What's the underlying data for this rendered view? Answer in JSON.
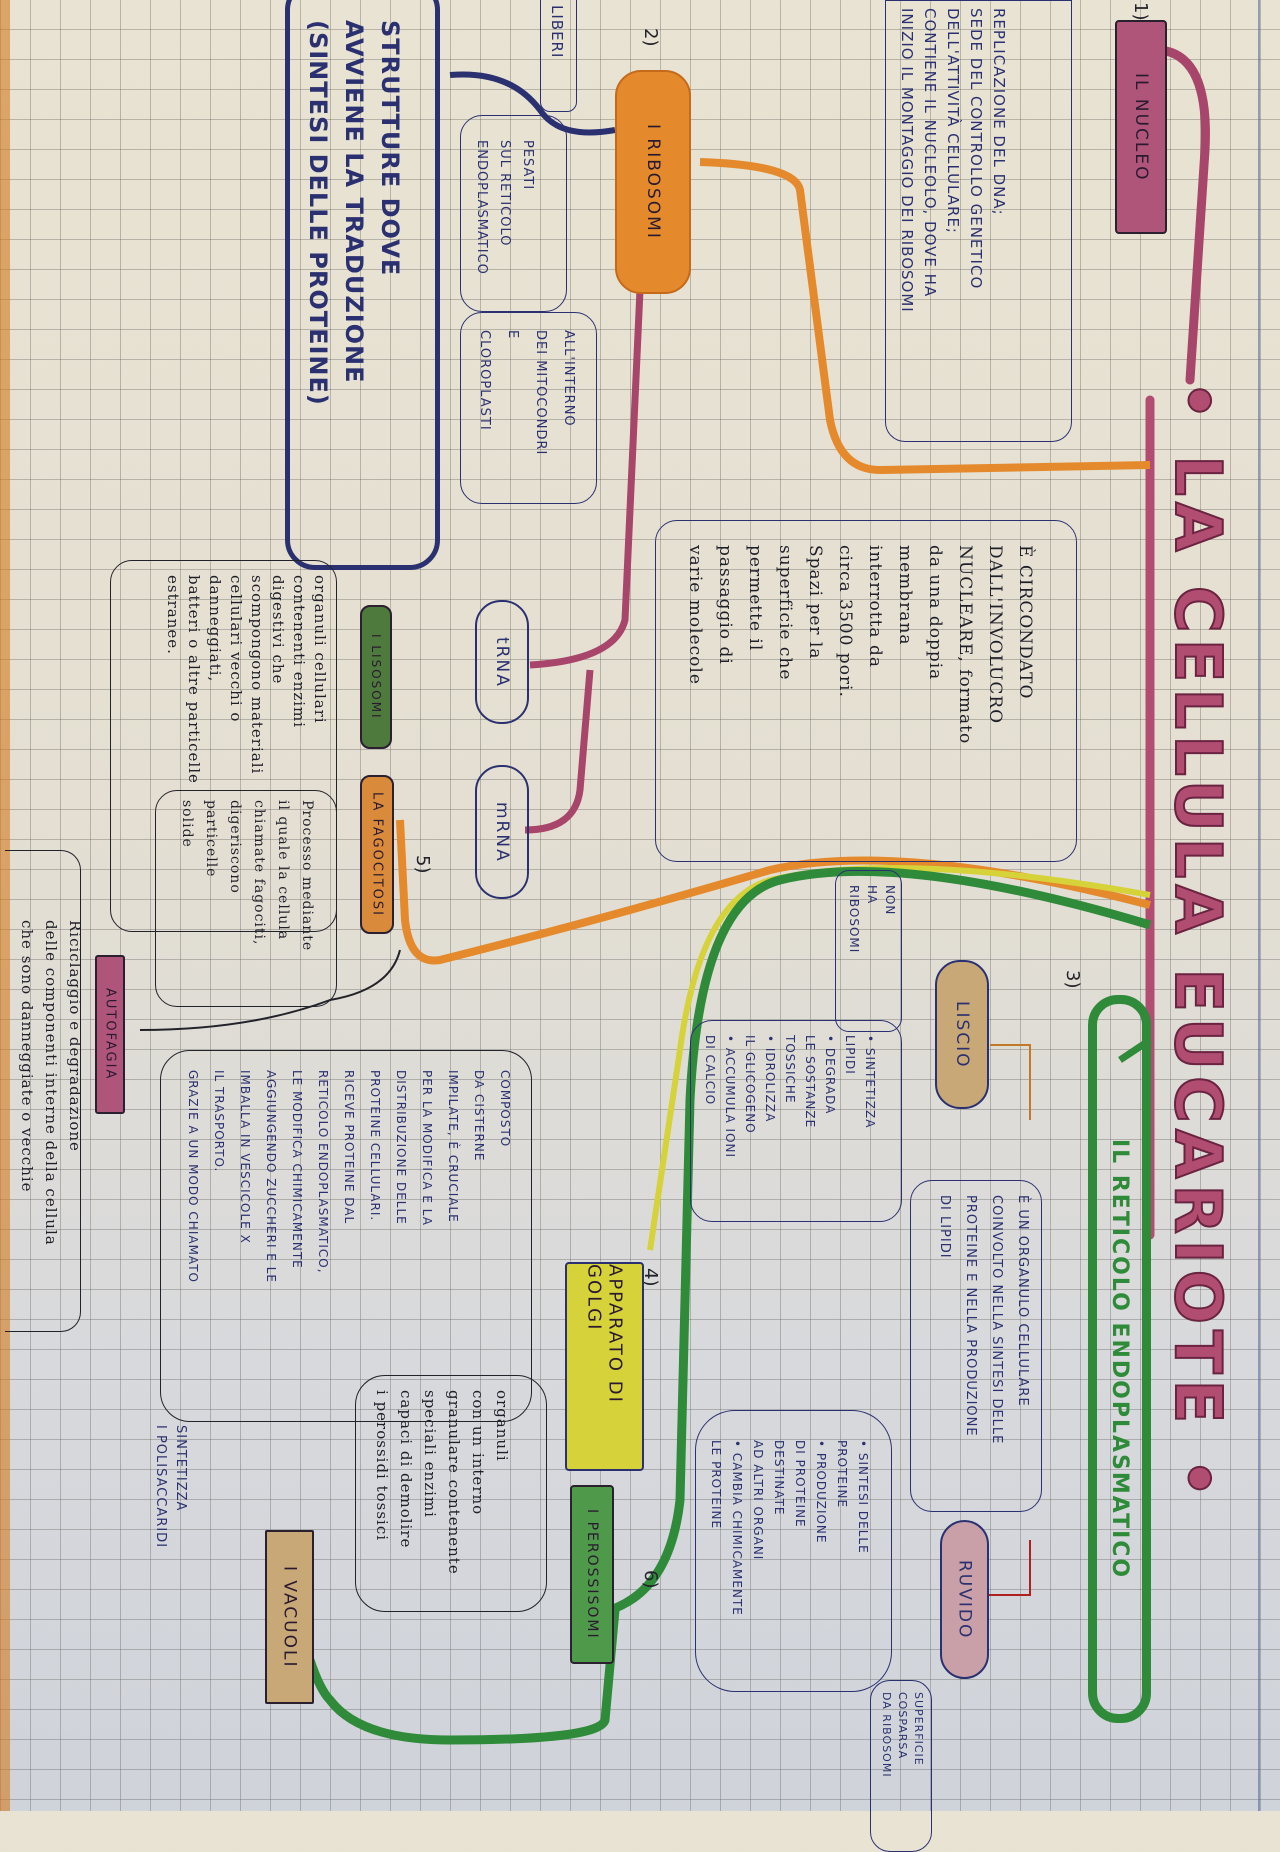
{
  "title": "• LA CELLULA EUCARIOTE •",
  "colors": {
    "title": "#b24d72",
    "nucleus": "#b0557a",
    "ribosomes": "#e48a2c",
    "reticulum": "#2f8a3a",
    "golgi": "#d6d23a",
    "lysosomes": "#4f7a3e",
    "vacuoles": "#c9a877",
    "ink": "#2b3170"
  },
  "nucleus": {
    "number": "1)",
    "label": "IL NUCLEO",
    "functions": "REPLICAZIONE DEL DNA;\nSEDE DEL CONTROLLO GENETICO\nDELL'ATTIVITÀ CELLULARE;\nCONTIENE IL NUCLEOLO, DOVE HA\nINIZIO IL MONTAGGIO DEI RIBOSOMI",
    "envelope": "È CIRCONDATO\nDALL'INVOLUCRO\nNUCLEARE, formato\nda una doppia\nmembrana\ninterrotta da\ncirca 3500 pori.\nSpazi per la\nsuperficie che\npermette il\npassaggio di\nvarie molecole"
  },
  "ribosomes": {
    "number": "2)",
    "label": "I RIBOSOMI",
    "free": "LIBERI",
    "bound": "PESATI\nSUL RETICOLO\nENDOPLASMATICO",
    "inside": "ALL'INTERNO\nDEI MITOCONDRI\nE\nCLOROPLASTI",
    "role": "STRUTTURE DOVE\nAVVIENE LA TRADUZIONE\n(SINTESI DELLE PROTEINE)",
    "trna": "tRNA",
    "mrna": "mRNA"
  },
  "reticulum": {
    "number": "3)",
    "label": "IL RETICOLO ENDOPLASMATICO",
    "description": "È UN ORGANULO CELLULARE\nCOINVOLTO NELLA SINTESI DELLE\nPROTEINE E NELLA PRODUZIONE\nDI LIPIDI",
    "smooth": {
      "label": "LISCIO",
      "note": "NON\nHA\nRIBOSOMI",
      "functions": "• SINTETIZZA\nLIPIDI\n• DEGRADA\nLE SOSTANZE\nTOSSICHE\n• IDROLIZZA\nIL GLICOGENO\n• ACCUMULA IONI\nDI CALCIO"
    },
    "rough": {
      "label": "RUVIDO",
      "note": "SUPERFICIE\nCOSPARSA\nDA RIBOSOMI",
      "functions": "• SINTESI DELLE\nPROTEINE\n• PRODUZIONE\nDI PROTEINE\nDESTINATE\nAD ALTRI ORGANI\n• CAMBIA CHIMICAMENTE\nLE PROTEINE"
    }
  },
  "golgi": {
    "number": "4)",
    "label": "APPARATO DI GOLGI",
    "description": "COMPOSTO\nDA CISTERNE\nIMPILATE, È CRUCIALE\nPER LA MODIFICA E LA\nDISTRIBUZIONE DELLE\nPROTEINE CELLULARI.\nRICEVE PROTEINE DAL\nRETICOLO ENDOPLASMATICO,\nLE MODIFICA CHIMICAMENTE\nAGGIUNGENDO ZUCCHERI E LE\nIMBALLA IN VESCICOLE x\nIL TRASPORTO.\nGrazie a un modo chiamato",
    "extra": "SINTETIZZA\nI POLISACCARIDI"
  },
  "lysosomes": {
    "label": "I LISOSOMI",
    "description": "organuli cellulari\ncontenenti enzimi\ndigestivi che\nscompongono materiali\ncellulari vecchi o danneggiati,\nbatteri o altre particelle\nestranee."
  },
  "phagocytosis": {
    "number": "5)",
    "label": "LA FAGOCITOSI",
    "description": "Processo mediante\nil quale la cellula\nchiamate fagociti,\ndigeriscono\nparticelle\nsolide"
  },
  "autophagy": {
    "label": "AUTOFAGIA",
    "description": "Riciclaggio e degradazione\ndelle componenti interne della cellula\nche sono danneggiate o vecchie"
  },
  "peroxisomes": {
    "number": "6)",
    "label": "I PEROSSISOMI",
    "description": "organuli\ncon un interno\ngranulare contenente\nspeciali enzimi\ncapaci di demolire\ni perossidi tossici"
  },
  "vacuoles": {
    "label": "I VACUOLI"
  }
}
